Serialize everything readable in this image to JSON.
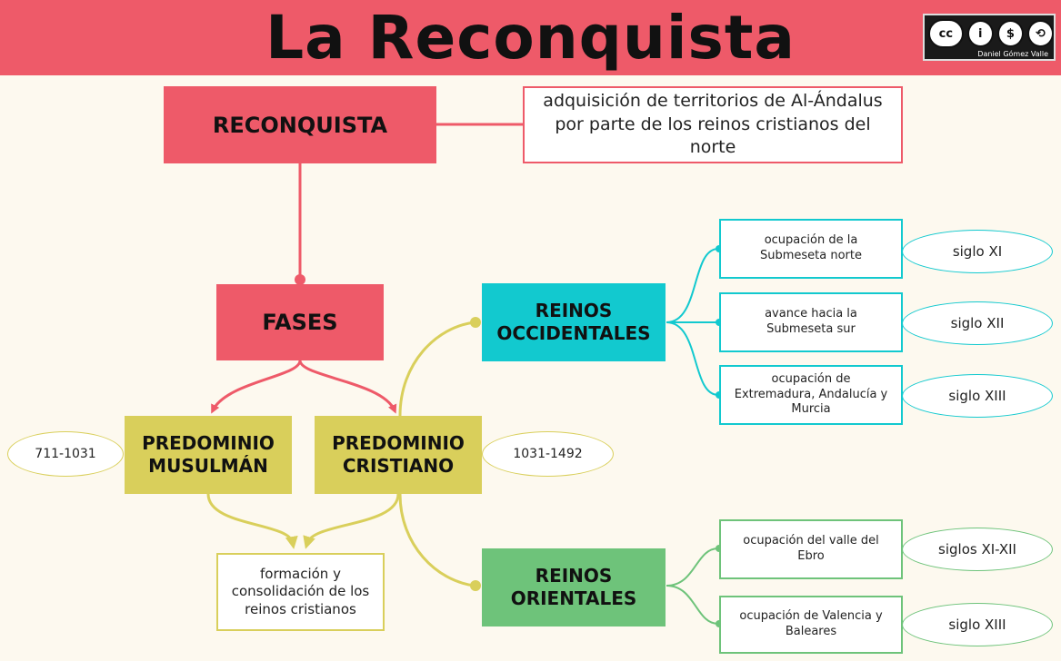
{
  "title": "La Reconquista",
  "license": {
    "badge_cc": "cc",
    "badge_by": "i",
    "badge_nc": "$",
    "badge_sa": "⟲",
    "author": "Daniel Gómez Valle"
  },
  "nodes": {
    "reconquista": "RECONQUISTA",
    "definition": "adquisición de territorios de Al-Ándalus por parte de los reinos cristianos del norte",
    "fases": "FASES",
    "predominio_musulman": "PREDOMINIO MUSULMÁN",
    "predominio_cristiano": "PREDOMINIO CRISTIANO",
    "date_musulman": "711-1031",
    "date_cristiano": "1031-1492",
    "formacion": "formación y consolidación de los reinos cristianos",
    "reinos_occidentales": "REINOS OCCIDENTALES",
    "reinos_orientales": "REINOS ORIENTALES"
  },
  "occidentales": [
    {
      "text": "ocupación de la Submeseta norte",
      "century": "siglo XI"
    },
    {
      "text": "avance hacia la Submeseta sur",
      "century": "siglo XII"
    },
    {
      "text": "ocupación de Extremadura, Andalucía y Murcia",
      "century": "siglo XIII"
    }
  ],
  "orientales": [
    {
      "text": "ocupación del valle del Ebro",
      "century": "siglos XI-XII"
    },
    {
      "text": "ocupación de Valencia y Baleares",
      "century": "siglo XIII"
    }
  ],
  "colors": {
    "red": "#ee5a69",
    "yellow": "#d9cf5b",
    "cyan": "#12c9cf",
    "green": "#6ec37a",
    "background": "#fdf9ef"
  }
}
